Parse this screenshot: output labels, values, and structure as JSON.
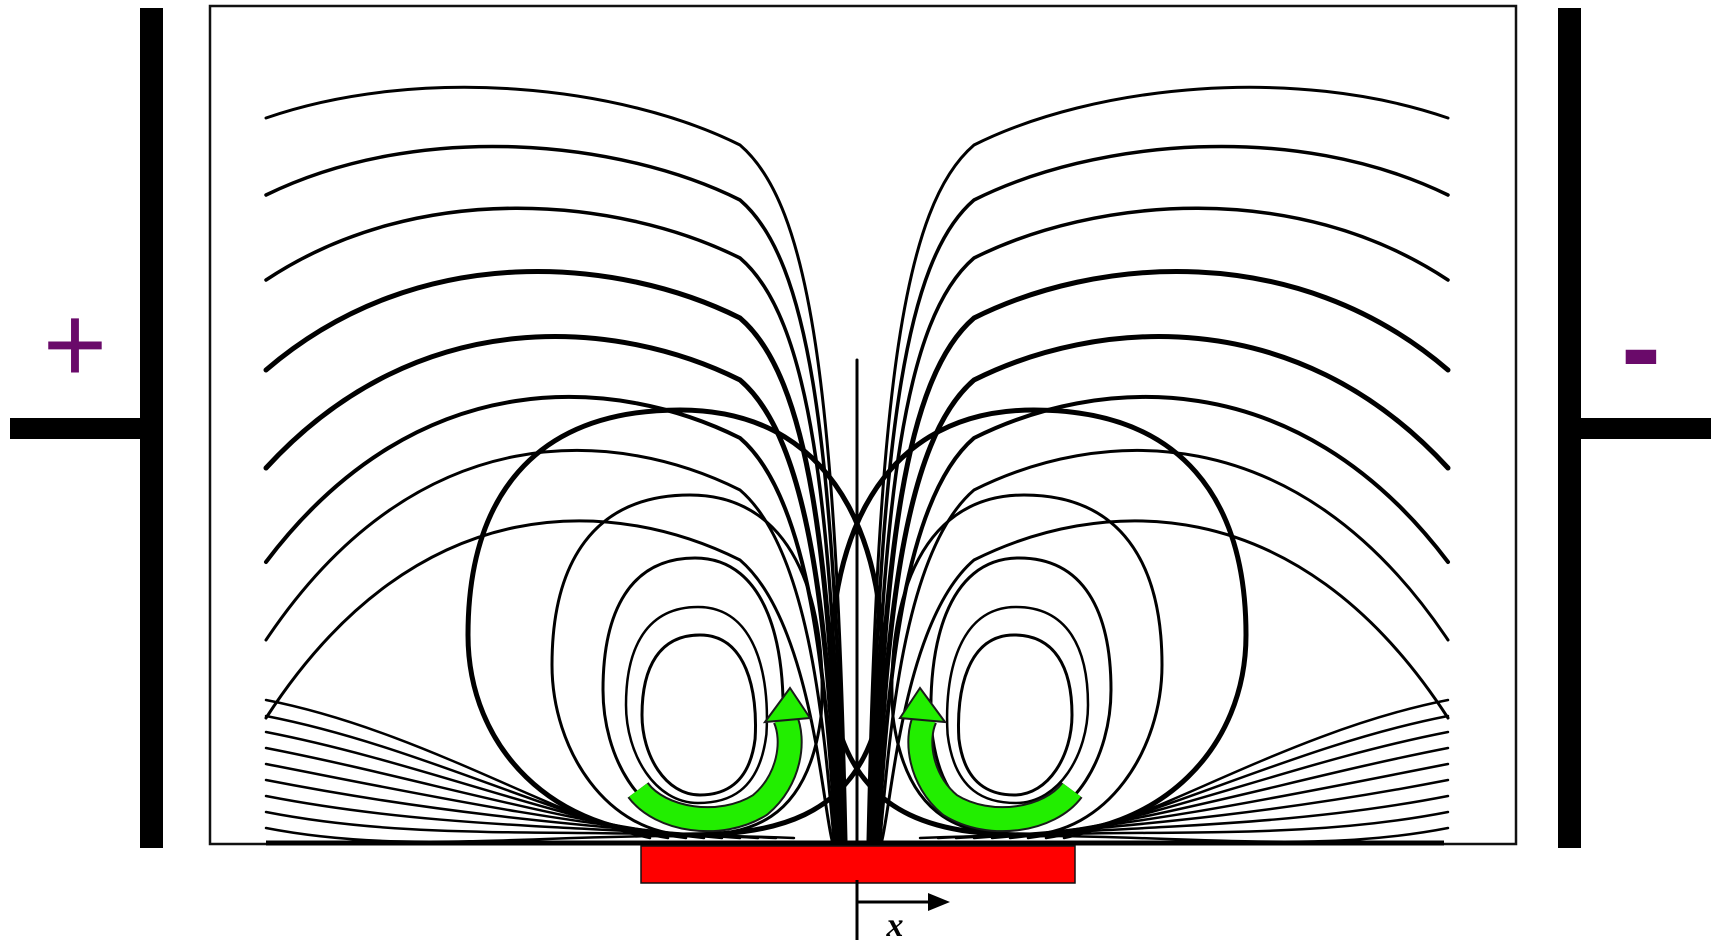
{
  "diagram": {
    "left_electrode": {
      "polarity_symbol": "+"
    },
    "right_electrode": {
      "polarity_symbol": "-"
    },
    "axis": {
      "label": "x"
    },
    "colors": {
      "electrode": "#000000",
      "polarity_symbol": "#6a0a6a",
      "streamline": "#000000",
      "heated_strip": "#ff0000",
      "flow_arrow": "#22ee00",
      "domain_border": "#111111",
      "background": "#ffffff"
    },
    "streamline_sets": {
      "inner_loops": 5,
      "open_arcs": 8,
      "converging_fan": 9
    },
    "flow_arrows": [
      {
        "side": "left",
        "direction": "counter-clockwise"
      },
      {
        "side": "right",
        "direction": "clockwise"
      }
    ]
  }
}
